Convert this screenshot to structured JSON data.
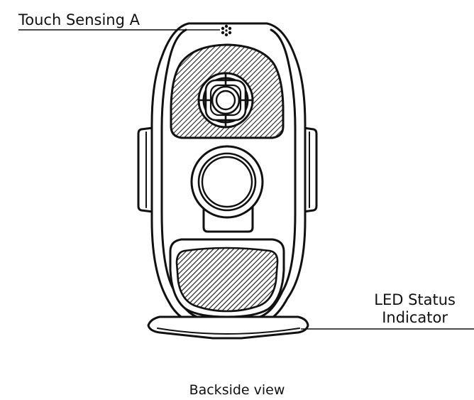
{
  "labels": {
    "touch_sensing": "Touch Sensing A",
    "led_status_line1": "LED Status",
    "led_status_line2": "Indicator",
    "caption": "Backside view"
  },
  "colors": {
    "stroke": "#111111",
    "fill": "#ffffff"
  }
}
